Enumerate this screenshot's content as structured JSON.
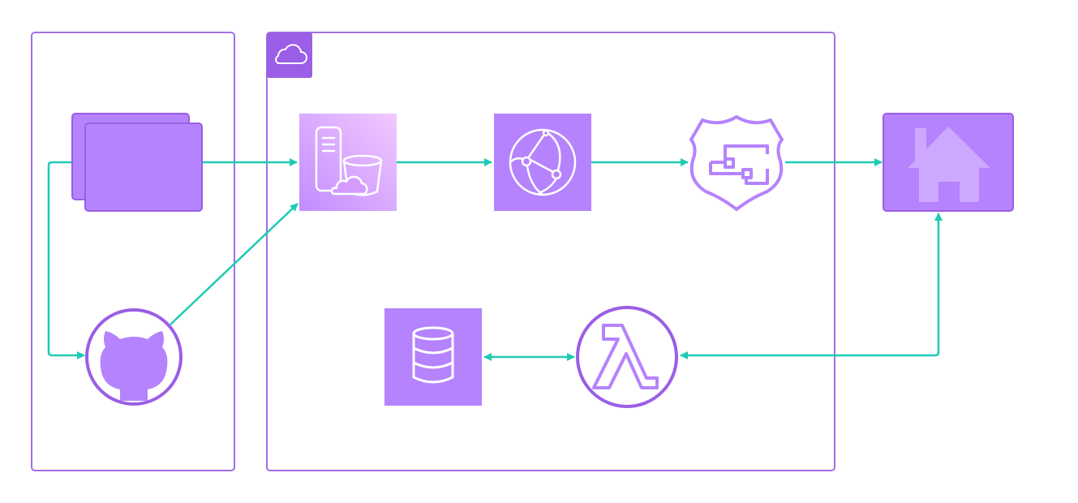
{
  "diagram": {
    "groups": [
      {
        "id": "local",
        "icon": ""
      },
      {
        "id": "cloud",
        "icon": "cloud-icon"
      }
    ],
    "nodes": [
      {
        "id": "browser-windows",
        "icon": "browser-windows-icon"
      },
      {
        "id": "github",
        "icon": "github-icon"
      },
      {
        "id": "storage",
        "icon": "s3-storage-icon"
      },
      {
        "id": "cdn",
        "icon": "cloudfront-icon"
      },
      {
        "id": "api",
        "icon": "api-gateway-shield-icon"
      },
      {
        "id": "home",
        "icon": "home-icon"
      },
      {
        "id": "database",
        "icon": "database-icon"
      },
      {
        "id": "lambda",
        "icon": "lambda-icon"
      }
    ],
    "edges": [
      {
        "from": "browser-windows",
        "to": "storage",
        "direction": "forward"
      },
      {
        "from": "browser-windows",
        "to": "github",
        "direction": "forward"
      },
      {
        "from": "github",
        "to": "storage",
        "direction": "forward"
      },
      {
        "from": "storage",
        "to": "cdn",
        "direction": "forward"
      },
      {
        "from": "cdn",
        "to": "api",
        "direction": "forward"
      },
      {
        "from": "api",
        "to": "home",
        "direction": "forward"
      },
      {
        "from": "lambda",
        "to": "home",
        "direction": "both"
      },
      {
        "from": "database",
        "to": "lambda",
        "direction": "both"
      }
    ],
    "colors": {
      "purple": "#b583fd",
      "purple_dark": "#9b5ee6",
      "border": "#a26fe6",
      "edge": "#1fcbb3",
      "home_shape": "#cda8ff"
    }
  }
}
